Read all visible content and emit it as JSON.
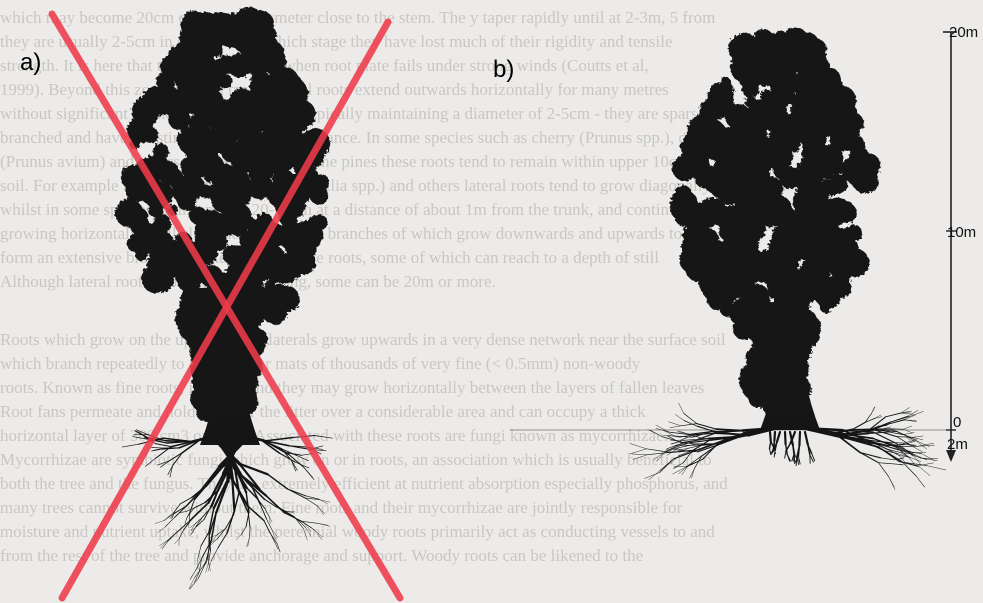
{
  "panels": {
    "a": {
      "label": "a)"
    },
    "b": {
      "label": "b)"
    }
  },
  "scale": {
    "top": "20m",
    "middle": "10m",
    "ground": "0",
    "below": "2m"
  },
  "colors": {
    "cross": "#ef3b4a",
    "tree": "#151515",
    "background": "#ecebe9",
    "faded_text": "#c9c7c4"
  },
  "background_text": [
    "which may become 20cm or more in diameter close to the stem. The y taper rapidly until at 2-3m, 5 from",
    "they are usually 2-5cm in diameter, by which stage they have lost much of their rigidity and tensile",
    "strength. It is here that they tend to break when root plate fails under strong winds (Coutts et al,",
    "1999). Beyond this zone of rapid taper, lateral roots extend outwards horizontally for many metres",
    "without significant further decrease in size - typically maintaining a diameter of 2-5cm - they are sparsely",
    "branched and have a distinct rope-like in appearance. In some species such as cherry (Prunus spp.), cherry",
    "(Prunus avium) and others (Alnus spp.) and some pines these roots tend to remain within upper 10cm of",
    "soil. For example in birch (Betula spp.), lime (Tilia spp.) and others lateral roots tend to grow diagonally",
    "whilst in some species at distance of 20-50cm at a distance of about 1m from the trunk, and continue",
    "growing horizontally well clear the trunk, some branches of which grow downwards and upwards to",
    "form an extensive branched system of rope-like roots, some of which can reach to a depth of still",
    "Although lateral roots show only 5-15m long, some can be 20m or more.",
    "",
    "Roots which grow on the upper side of laterals grow upwards in a very dense network near the surface soil",
    "which branch repeatedly to form fine or mats of thousands of very fine (< 0.5mm) non-woody",
    "roots. Known as fine roots, in woodland they may grow horizontally between the layers of fallen leaves",
    "Root fans permeate and hold together the litter over a considerable area and can occupy a thick",
    "horizontal layer of 300 cm3 or more. Associated with these roots are fungi known as mycorrhizae.",
    "Mycorrhizae are symbiotic fungi which grow on or in roots, an association which is usually beneficial to",
    "both the tree and the fungus. They are extremely efficient at nutrient absorption especially phosphorus, and",
    "many trees cannot survive without them. Fine roots and their mycorrhizae are jointly responsible for",
    "moisture and nutrient uptake, whilst the perennial woody roots primarily act as conducting vessels to and",
    "from the rest of the tree and provide anchorage and support. Woody roots can be likened to the"
  ]
}
